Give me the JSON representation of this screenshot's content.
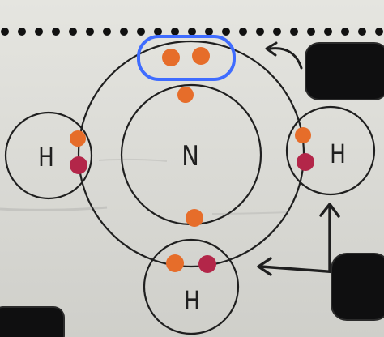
{
  "atoms": {
    "central": "N",
    "left": "H",
    "right": "H",
    "bottom": "H"
  },
  "colors": {
    "ink": "#1f1f1f",
    "orange_electron": "#e66d2c",
    "red_electron": "#b32749",
    "highlight_blue": "#3f6cff",
    "redaction": "#0f0f10"
  },
  "icons": {
    "dot_border": "dot",
    "curved_arrow": "curved-arrow",
    "arrow_pointer": "arrow"
  }
}
